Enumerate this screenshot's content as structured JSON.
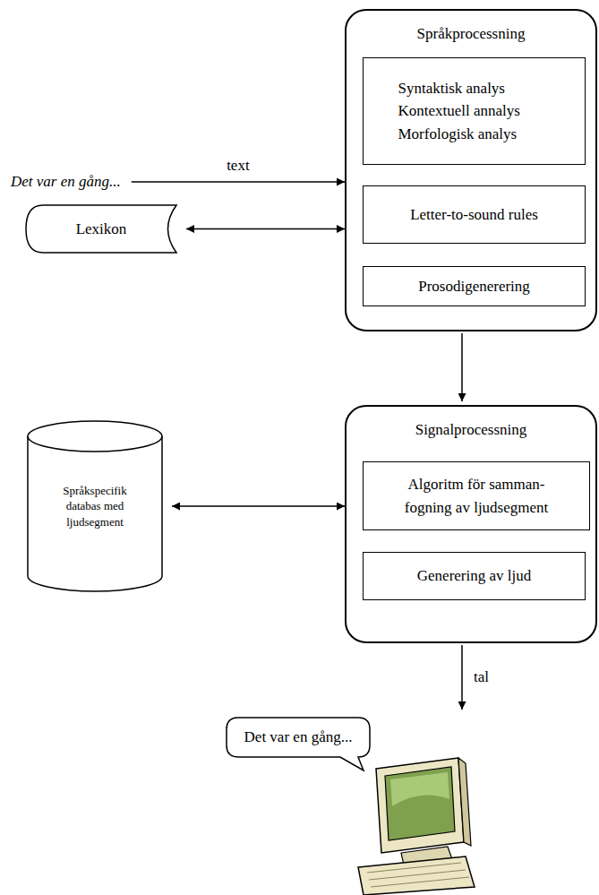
{
  "diagram": {
    "nodes": [
      {
        "text": [
          "Språkprocessning"
        ]
      },
      {
        "text": [
          "Syntaktisk analys Kontextuell annalys Morfologisk analys"
        ],
        "in": 0
      },
      {
        "text": [
          "Letter-to-sound rules"
        ],
        "in": 0
      },
      {
        "text": [
          "Prosodigenerering"
        ],
        "in": 0
      },
      {
        "text": [
          "Lexikon"
        ]
      },
      {
        "text": [
          "Signalprocessning"
        ]
      },
      {
        "text": [
          "Algoritm för samman- fogning av ljudsegment"
        ],
        "in": 5
      },
      {
        "text": [
          "Generering av ljud"
        ],
        "in": 5
      },
      {
        "text": [
          "Språkspecifik databas med ljudsegment"
        ]
      },
      {
        "text": [
          "Det var en gång..."
        ]
      }
    ],
    "edges": [
      {
        "from": 4,
        "to": 0,
        "arrow": "both"
      },
      {
        "from": 0,
        "to": 5,
        "arrow": "to"
      },
      {
        "from": 8,
        "to": 5,
        "arrow": "both"
      },
      {
        "from": 5,
        "to": 9,
        "label": "tal",
        "arrow": "to"
      }
    ],
    "labels": [
      "Det var en gång...",
      "text"
    ]
  }
}
